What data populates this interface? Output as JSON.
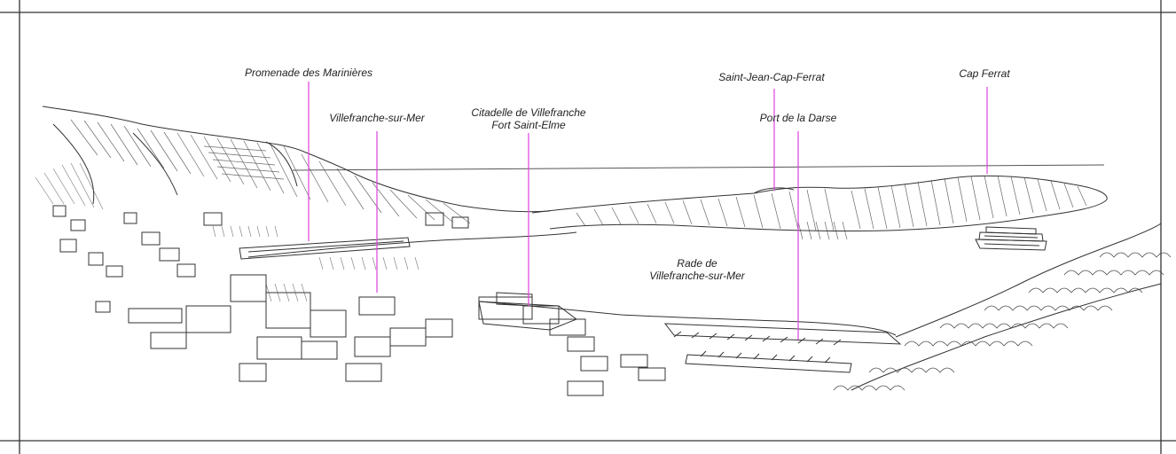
{
  "colors": {
    "background": "#ffffff",
    "ink": "#333333",
    "pointer_line": "#e040e0",
    "label_text": "#222222"
  },
  "labels": {
    "promenade": "Promenade des Marinières",
    "villefranche": "Villefranche-sur-Mer",
    "citadelle_line1": "Citadelle de Villefranche",
    "citadelle_line2": "Fort Saint-Elme",
    "saint_jean": "Saint-Jean-Cap-Ferrat",
    "port_darse": "Port de la Darse",
    "cap_ferrat": "Cap Ferrat",
    "rade_line1": "Rade de",
    "rade_line2": "Villefranche-sur-Mer"
  }
}
